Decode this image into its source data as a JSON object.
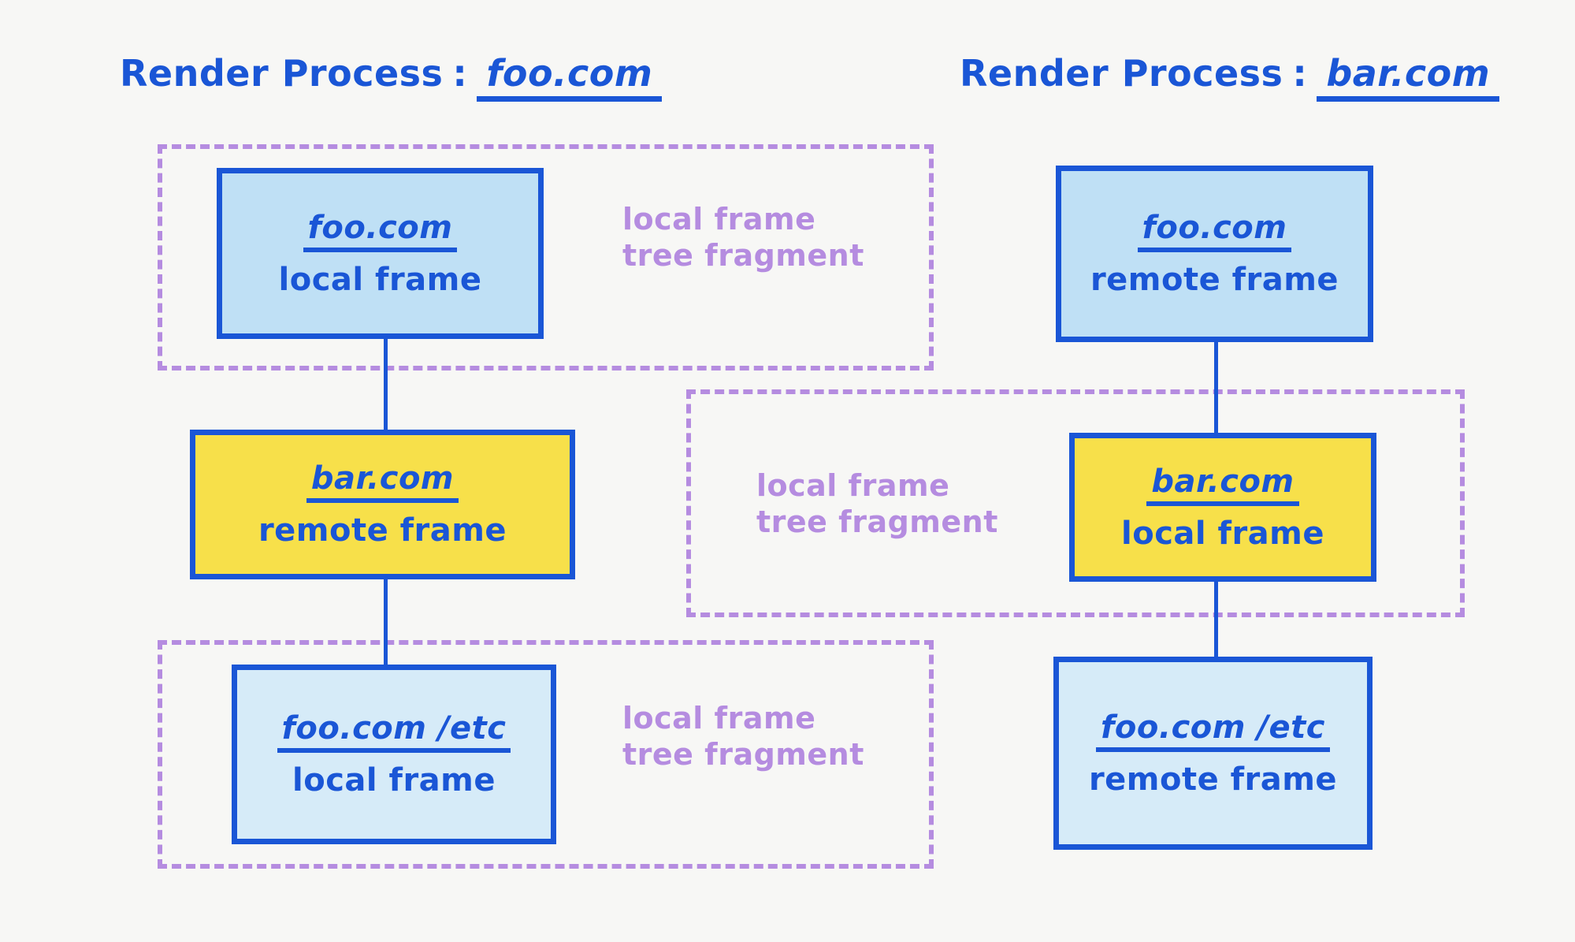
{
  "headers": [
    {
      "label": "Render Process",
      "separator": ":",
      "origin": "foo.com",
      "highlight": "#a9d6f5"
    },
    {
      "label": "Render Process",
      "separator": ":",
      "origin": "bar.com",
      "highlight": "#f7e04a"
    }
  ],
  "colors": {
    "ink": "#1a56d6",
    "blue_fill": "#bfe0f5",
    "light_blue_fill": "#d6ebf8",
    "yellow_fill": "#f7e04a",
    "purple": "#b58ce0",
    "background": "#f7f7f5"
  },
  "left_process": {
    "boxes": [
      {
        "origin": "foo.com",
        "kind": "local frame"
      },
      {
        "origin": "bar.com",
        "kind": "remote frame"
      },
      {
        "origin": "foo.com /etc",
        "kind": "local frame"
      }
    ]
  },
  "right_process": {
    "boxes": [
      {
        "origin": "foo.com",
        "kind": "remote frame"
      },
      {
        "origin": "bar.com",
        "kind": "local frame"
      },
      {
        "origin": "foo.com /etc",
        "kind": "remote frame"
      }
    ]
  },
  "fragments": [
    {
      "line1": "local frame",
      "line2": "tree fragment"
    },
    {
      "line1": "local frame",
      "line2": "tree fragment"
    },
    {
      "line1": "local frame",
      "line2": "tree fragment"
    }
  ]
}
